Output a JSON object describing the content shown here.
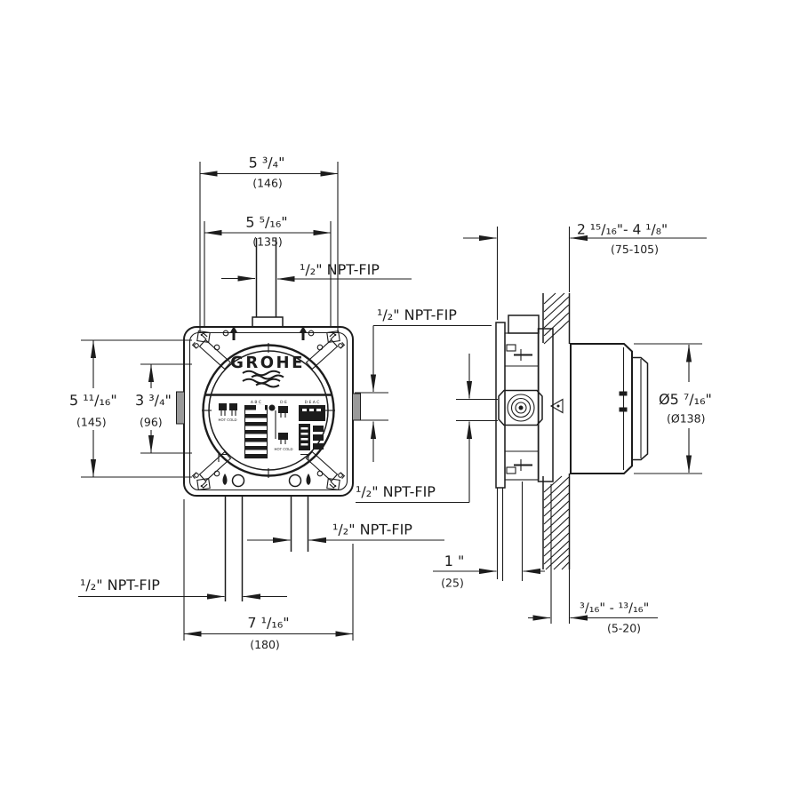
{
  "dims": {
    "top_outer": {
      "in": "5 ³/₄\"",
      "mm": "(146)"
    },
    "top_inner": {
      "in": "5 ⁵/₁₆\"",
      "mm": "(135)"
    },
    "depth_range": {
      "in": "2 ¹⁵/₁₆\"- 4 ¹/₈\"",
      "mm": "(75-105)"
    },
    "height_outer": {
      "in": "5 ¹¹/₁₆\"",
      "mm": "(145)"
    },
    "height_inner": {
      "in": "3 ³/₄\"",
      "mm": "(96)"
    },
    "plate_dia": {
      "in": "Ø5 ⁷/₁₆\"",
      "mm": "(Ø138)"
    },
    "bottom_width": {
      "in": "7 ¹/₁₆\"",
      "mm": "(180)"
    },
    "collar_depth": {
      "in": "1 \"",
      "mm": "(25)"
    },
    "finish_adjust": {
      "in": "³/₁₆\" - ¹³/₁₆\"",
      "mm": "(5-20)"
    }
  },
  "ports": {
    "top": "¹/₂\" NPT-FIP",
    "front_right": "¹/₂\" NPT-FIP",
    "side_rear": "¹/₂\" NPT-FIP",
    "bottom_right": "¹/₂\" NPT-FIP",
    "bottom_left": "¹/₂\" NPT-FIP"
  },
  "label": {
    "logo": "GROHE",
    "cols_left": "A B C",
    "cols_mid": "D E",
    "cols_right": "D E A C",
    "hot_cold": "HOT COLD"
  },
  "colors": {
    "line": "#1c1c1c",
    "background": "#ffffff"
  }
}
